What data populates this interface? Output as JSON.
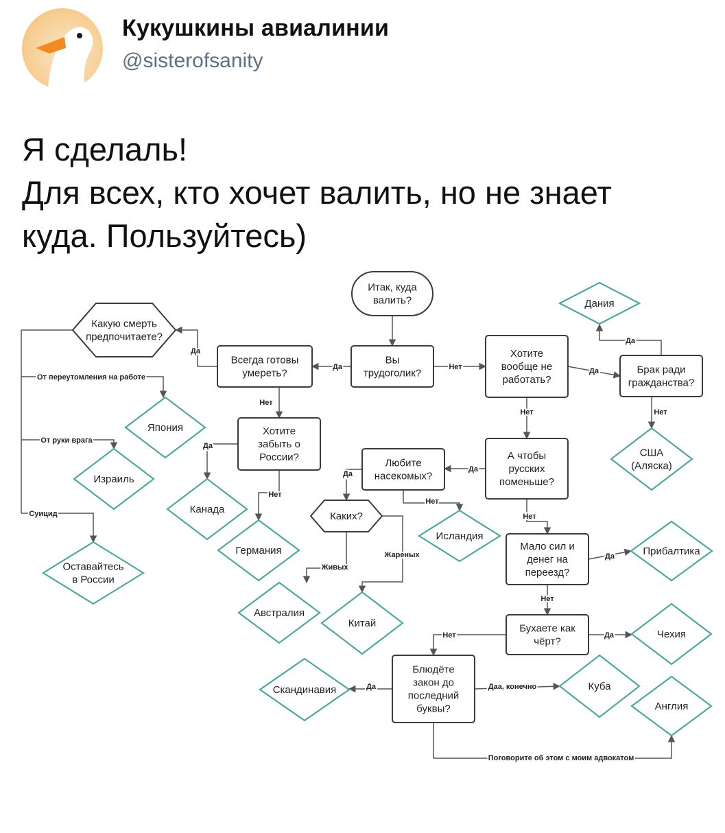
{
  "author": {
    "name": "Кукушкины авиалинии",
    "handle": "@sisterofsanity"
  },
  "tweet": {
    "lines": [
      "Я сделаль!",
      "Для всех, кто хочет валить, но не знает",
      "куда. Пользуйтесь)"
    ]
  },
  "flowchart": {
    "nodes": {
      "start": [
        "Итак, куда",
        "валить?"
      ],
      "workaholic": [
        "Вы",
        "трудоголик?"
      ],
      "ready_to_die": [
        "Всегда готовы",
        "умереть?"
      ],
      "death_kind": [
        "Какую смерть",
        "предпочитаете?"
      ],
      "japan": [
        "Япония"
      ],
      "israel": [
        "Израиль"
      ],
      "stay_russia": [
        "Оставайтесь",
        "в России"
      ],
      "forget_russia": [
        "Хотите",
        "забыть о",
        "России?"
      ],
      "canada": [
        "Канада"
      ],
      "germany": [
        "Германия"
      ],
      "no_work": [
        "Хотите",
        "вообще не",
        "работать?"
      ],
      "marriage": [
        "Брак ради",
        "гражданства?"
      ],
      "denmark": [
        "Дания"
      ],
      "usa": [
        "США",
        "(Аляска)"
      ],
      "fewer_russians": [
        "А чтобы",
        "русских",
        "поменьше?"
      ],
      "insects": [
        "Любите",
        "насекомых?"
      ],
      "which_ones": [
        "Каких?"
      ],
      "iceland": [
        "Исландия"
      ],
      "australia": [
        "Австралия"
      ],
      "china": [
        "Китай"
      ],
      "little_money": [
        "Мало сил и",
        "денег на",
        "переезд?"
      ],
      "baltics": [
        "Прибалтика"
      ],
      "drink": [
        "Бухаете как",
        "чёрт?"
      ],
      "czech": [
        "Чехия"
      ],
      "law": [
        "Блюдёте",
        "закон до",
        "последний",
        "буквы?"
      ],
      "scandinavia": [
        "Скандинавия"
      ],
      "cuba": [
        "Куба"
      ],
      "england": [
        "Англия"
      ]
    },
    "edges": {
      "overwork": "От переутомления на работе",
      "enemy": "От руки врага",
      "suicide": "Суицид",
      "yes": "Да",
      "no": "Нет",
      "alive": "Живых",
      "fried": "Жареных",
      "yes_sure": "Даа, конечно",
      "lawyer": "Поговорите об этом с моим адвокатом"
    }
  },
  "colors": {
    "diamond_stroke": "#4fa79d",
    "box_stroke": "#3b3b3b",
    "line": "#555555",
    "handle": "#5b7083"
  }
}
